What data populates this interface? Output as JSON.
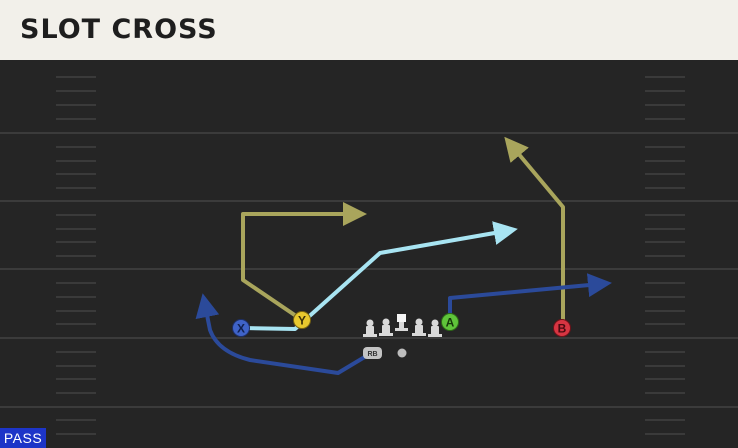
{
  "play": {
    "title": "SLOT CROSS",
    "type_badge": "PASS"
  },
  "players": {
    "x": "X",
    "y": "Y",
    "a": "A",
    "b": "B",
    "rb": "RB"
  },
  "colors": {
    "field_bg": "#252525",
    "yard_line": "#3a3a3a",
    "route_olive": "#a9a55c",
    "route_light_blue": "#a8e4f2",
    "route_navy": "#2b4a9a",
    "x_button": "#3f63c8",
    "y_button": "#e8c82e",
    "a_button": "#5fc43a",
    "b_button": "#d73542"
  }
}
